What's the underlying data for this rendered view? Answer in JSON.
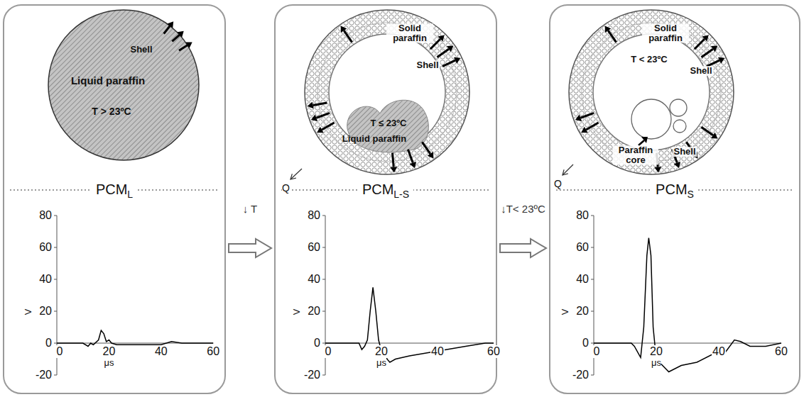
{
  "diagram": {
    "nodes": [
      {
        "text": [
          "PCM",
          "L"
        ]
      },
      {
        "text": [
          "Shell",
          "Liquid paraffin",
          "T > 23ºC"
        ],
        "in": 0
      },
      {
        "text": [
          "PCM",
          "L-S"
        ]
      },
      {
        "text": [
          "Solid paraffin",
          "Shell",
          "T ≤ 23ºC",
          "Liquid paraffin"
        ],
        "in": 2
      },
      {
        "text": [
          "PCM",
          "S"
        ]
      },
      {
        "text": [
          "Solid paraffin",
          "T < 23ºC",
          "Shell",
          "Paraffin core",
          "Shell"
        ],
        "in": 4
      }
    ],
    "edges": [
      {
        "from": 0,
        "to": 2,
        "arrow": "to",
        "label": "↓ T"
      },
      {
        "from": 2,
        "to": 4,
        "arrow": "to",
        "label": "↓T< 23ºC"
      }
    ],
    "labels": [
      "Q",
      "Q",
      "80",
      "60",
      "40",
      "20",
      "0",
      "-20",
      "0",
      "20",
      "40",
      "60",
      "V",
      "μs",
      "80",
      "60",
      "40",
      "20",
      "0",
      "-20",
      "0",
      "20",
      "40",
      "60",
      "V",
      "μs",
      "80",
      "60",
      "40",
      "20",
      "0",
      "-20",
      "0",
      "20",
      "40",
      "60",
      "V",
      "μs"
    ]
  }
}
